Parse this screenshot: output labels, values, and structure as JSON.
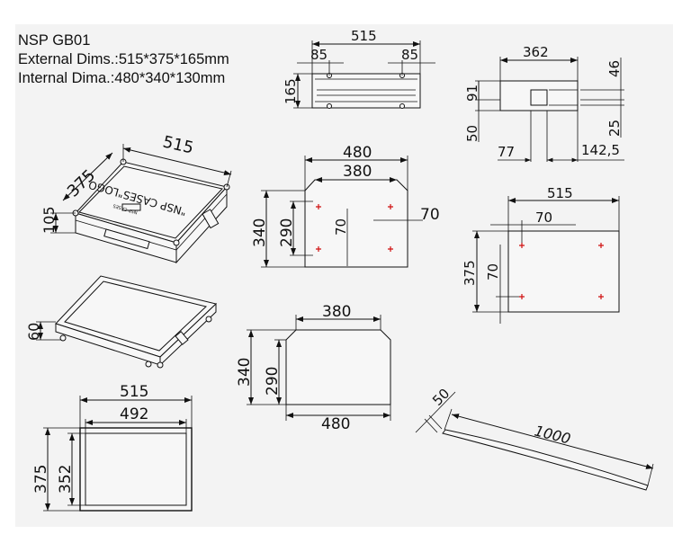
{
  "header": {
    "model": "NSP GB01",
    "external": "External Dims.:515*375*165mm",
    "internal": "Internal Dima.:480*340*130mm"
  },
  "iso_case": {
    "length": "515",
    "width": "375",
    "height": "105",
    "logo_text": "\"NSP CASES\"LOGO",
    "logo_badge": "NSP CASES"
  },
  "front_view": {
    "length": "515",
    "left_offset": "85",
    "right_offset": "85",
    "height": "165"
  },
  "side_view": {
    "width": "362",
    "height": "91",
    "bottom": "50",
    "top_right": "46",
    "bottom_right": "25",
    "left_offset": "77",
    "right_offset": "142,5"
  },
  "lid_panel": {
    "outer_width": "480",
    "inner_width": "380",
    "outer_height": "340",
    "inner_height": "290",
    "hole_vertical": "70",
    "hole_horizontal": "70"
  },
  "bottom_panel": {
    "width": "515",
    "offset_x": "70",
    "height": "375",
    "offset_y": "70"
  },
  "tray_iso": {
    "height": "60"
  },
  "base_panel": {
    "inner_width": "380",
    "outer_width": "480",
    "outer_height": "340",
    "inner_height": "290"
  },
  "frame": {
    "outer_width": "515",
    "inner_width": "492",
    "outer_height": "375",
    "inner_height": "352"
  },
  "strip": {
    "width": "50",
    "length": "1000"
  },
  "colors": {
    "background": "#f3f3f3",
    "line": "#111111",
    "hole_mark": "#d01010"
  }
}
